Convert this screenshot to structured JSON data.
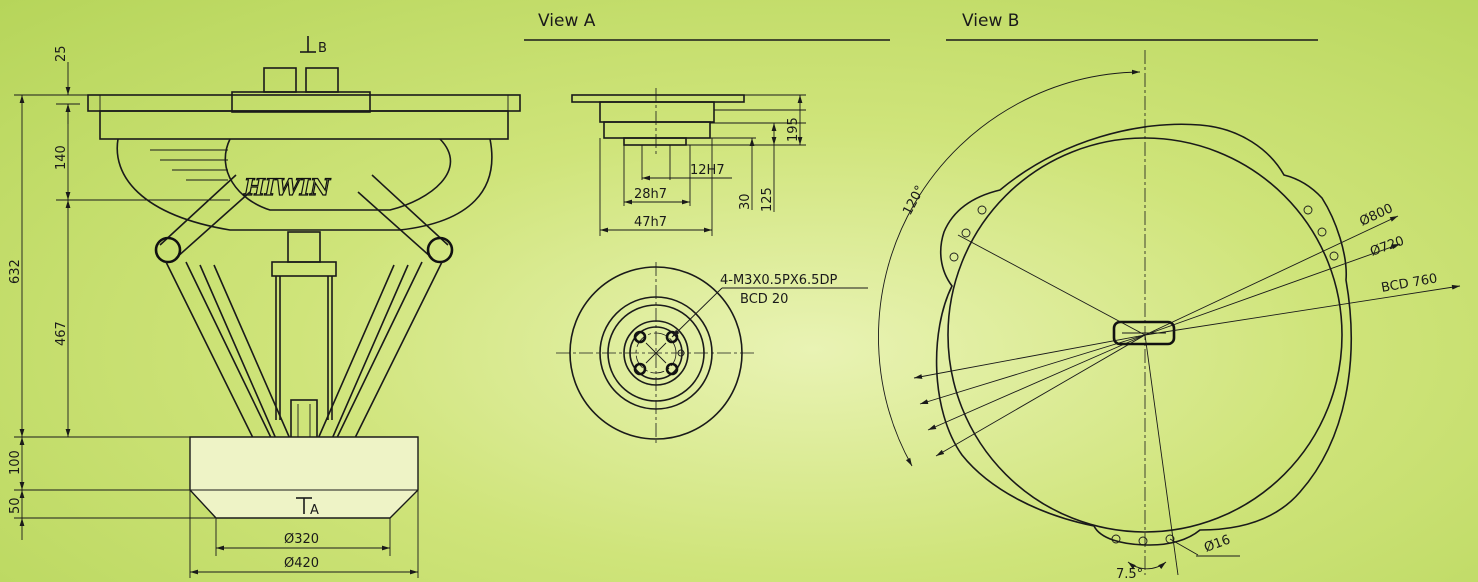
{
  "brand": "HIWIN",
  "titles": {
    "view_a": "View A",
    "view_b": "View B"
  },
  "side_view": {
    "view_marker_b": "B",
    "view_marker_a": "A",
    "dims": {
      "d25": "25",
      "d140": "140",
      "d632": "632",
      "d467": "467",
      "d100": "100",
      "d50": "50",
      "d320": "Ø320",
      "d420": "Ø420"
    }
  },
  "view_a": {
    "dims": {
      "d195": "195",
      "d125": "125",
      "d30": "30",
      "d12h7": "12H7",
      "d28h7": "28h7",
      "d47h7": "47h7"
    },
    "hole_note": "4-M3X0.5PX6.5DP",
    "hole_bcd": "BCD 20"
  },
  "view_b": {
    "dims": {
      "angle_120": "120°",
      "d800": "Ø800",
      "d720": "Ø720",
      "bcd760": "BCD 760",
      "d16": "Ø16",
      "angle_75": "7.5°"
    }
  }
}
